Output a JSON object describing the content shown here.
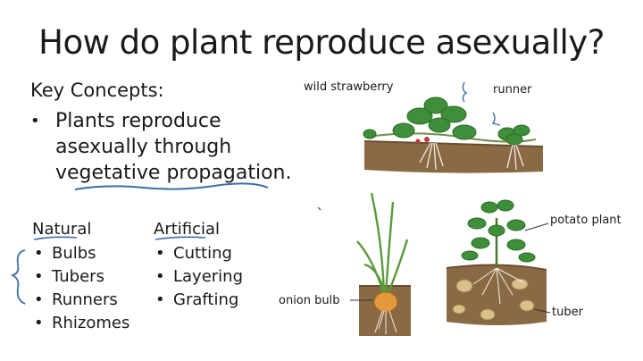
{
  "slide": {
    "title": "How do plant reproduce asexually?",
    "key_concepts": "Key Concepts:",
    "main_bullet_line1": "Plants reproduce",
    "main_bullet_line2": "asexually through",
    "main_bullet_line3": "vegetative propagation."
  },
  "natural": {
    "heading": "Natural",
    "items": [
      "Bulbs",
      "Tubers",
      "Runners",
      "Rhizomes"
    ]
  },
  "artificial": {
    "heading": "Artificial",
    "items": [
      "Cutting",
      "Layering",
      "Grafting"
    ]
  },
  "illustration_labels": {
    "wild_strawberry": "wild strawberry",
    "runner": "runner",
    "potato_plant": "potato plant",
    "onion_bulb": "onion bulb",
    "tuber": "tuber"
  },
  "colors": {
    "annotation_ink": "#3d6ea8",
    "soil": "#8a6a45",
    "leaf": "#3f8f3a"
  }
}
